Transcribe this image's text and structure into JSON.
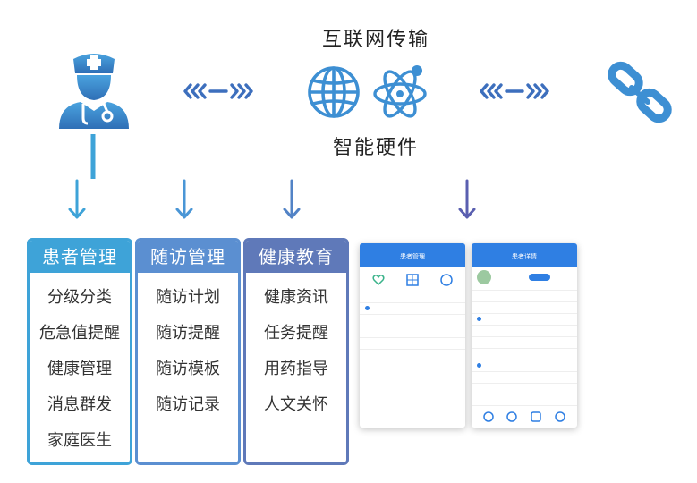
{
  "header": {
    "network_label": "互联网传输",
    "hardware_label": "智能硬件"
  },
  "icons": {
    "doctor": "doctor-icon",
    "arrows": "double-arrow-icon",
    "globe": "globe-icon",
    "atom": "atom-icon",
    "link": "chain-link-icon"
  },
  "colors": {
    "card1": "#3ea3d8",
    "card2": "#5b8fd1",
    "card3": "#5f79b9",
    "icon_blue": "#3d8fd3",
    "accent_purple": "#5a5fb0"
  },
  "cards": [
    {
      "title": "患者管理",
      "items": [
        "分级分类",
        "危急值提醒",
        "健康管理",
        "消息群发",
        "家庭医生"
      ]
    },
    {
      "title": "随访管理",
      "items": [
        "随访计划",
        "随访提醒",
        "随访模板",
        "随访记录"
      ]
    },
    {
      "title": "健康教育",
      "items": [
        "健康资讯",
        "任务提醒",
        "用药指导",
        "人文关怀"
      ]
    }
  ],
  "phone1": {
    "title": "患者管理"
  },
  "phone2": {
    "title": "患者详情"
  }
}
